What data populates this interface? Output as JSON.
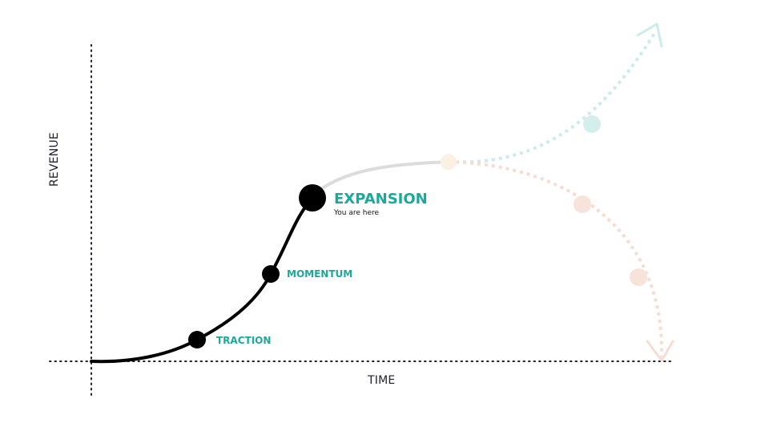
{
  "diagram": {
    "axes": {
      "y_label": "REVENUE",
      "x_label": "TIME"
    },
    "stages": [
      {
        "label": "TRACTION"
      },
      {
        "label": "MOMENTUM"
      },
      {
        "label": "EXPANSION",
        "sublabel": "You are here"
      }
    ],
    "colors": {
      "past_curve": "#000000",
      "future_curve": "#dcdcdc",
      "upside_path": "#cdebea",
      "downside_path": "#f6ddd3",
      "label_accent": "#1aa99a",
      "axis": "#1f1f2e"
    },
    "icons": [
      "arrow-up-icon",
      "arrow-down-icon"
    ]
  }
}
